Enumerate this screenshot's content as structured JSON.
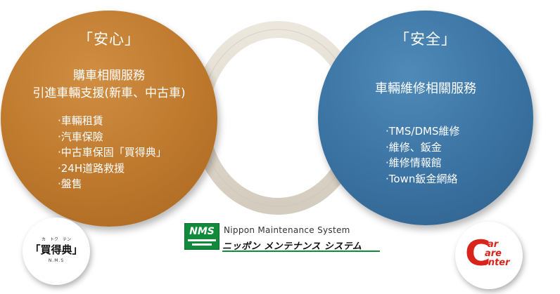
{
  "left_circle": {
    "title": "「安心」",
    "subtitle_1": "購車相關服務",
    "subtitle_2": "引進車輛支援(新車、中古車)",
    "items": [
      "‧車輛租賃",
      "‧汽車保險",
      "‧中古車保固「買得典」",
      "‧24H道路救援",
      "‧盤售"
    ]
  },
  "right_circle": {
    "title": "「安全」",
    "subtitle": "車輛維修相關服務",
    "items": [
      "‧TMS/DMS維修",
      "‧維修、鈑金",
      "‧維修情報館",
      "‧Town鈑金網絡"
    ]
  },
  "badge_left": {
    "main": "「買得典」",
    "ruby": "カ　トク　テン",
    "small": "N.M.S"
  },
  "brand": {
    "logo_text": "NMS",
    "english": "Nippon Maintenance System",
    "japanese": "ニッポン メンテナンス システム"
  },
  "badge_right": {
    "line1": "ar",
    "line2": "are",
    "line3": "enter",
    "big_c": "C"
  },
  "colors": {
    "left_circle": "#bf7a2e",
    "right_circle": "#3a72a2",
    "ring": "#e4ded3",
    "accent_red": "#d9241b",
    "nms_green": "#128a3c"
  }
}
